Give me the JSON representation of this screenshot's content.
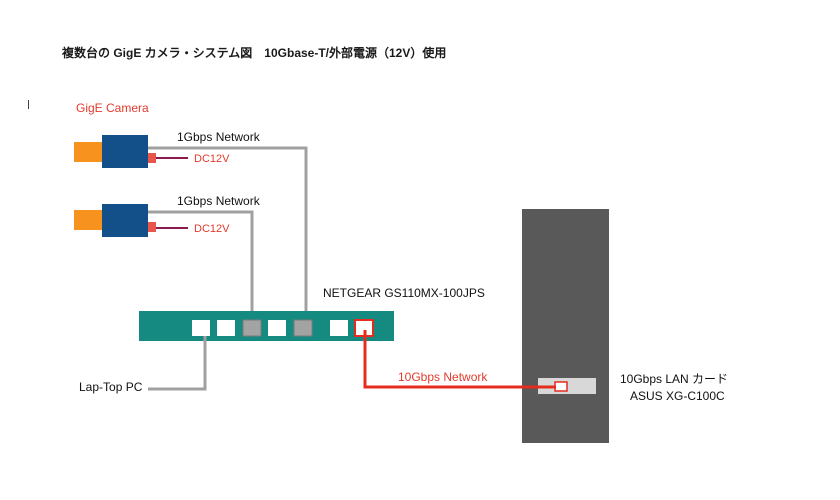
{
  "title": "複数台の GigE カメラ・システム図　10Gbase-T/外部電源（12V）使用",
  "camera_section_label": "GigE Camera",
  "cameras": [
    {
      "network_label": "1Gbps Network",
      "power_label": "DC12V"
    },
    {
      "network_label": "1Gbps Network",
      "power_label": "DC12V"
    }
  ],
  "switch": {
    "label": "NETGEAR GS110MX-100JPS"
  },
  "laptop": {
    "label": "Lap-Top PC"
  },
  "link_10g": {
    "label": "10Gbps Network"
  },
  "pc": {
    "card_label_line1": "10Gbps LAN カード",
    "card_label_line2": "ASUS XG-C100C"
  },
  "colors": {
    "camera_body": "#134f89",
    "camera_lens": "#f7921e",
    "power_connector": "#e8564a",
    "power_cable": "#8b1a4e",
    "gigabit_cable": "#a0a0a0",
    "ten_gig_cable": "#e52c1f",
    "switch_body": "#148a80",
    "pc_tower": "#595959",
    "lan_card": "#d8d8d8"
  }
}
